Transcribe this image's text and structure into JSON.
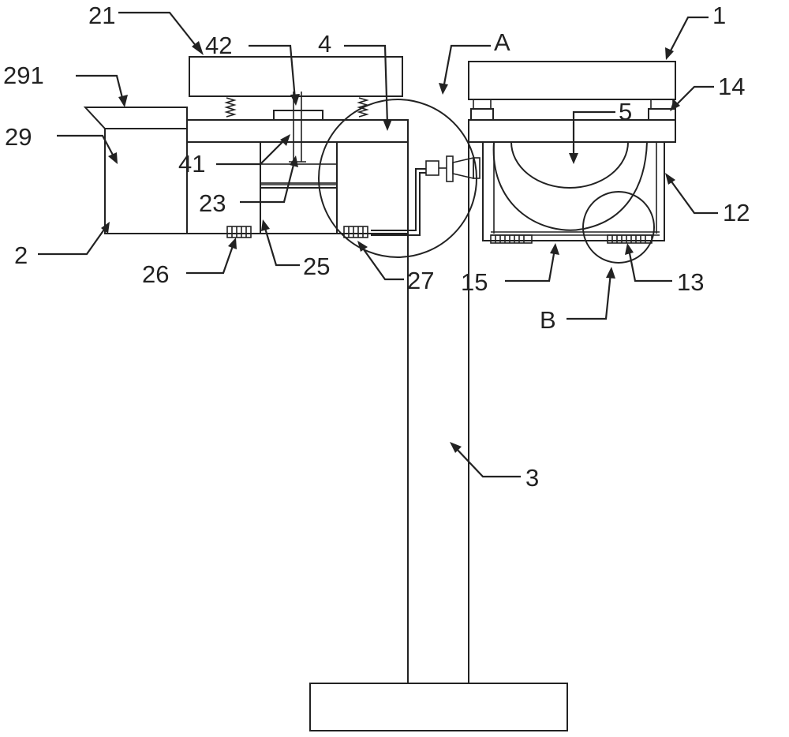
{
  "labels": {
    "l21": "21",
    "l42": "42",
    "l4": "4",
    "lA": "A",
    "l1": "1",
    "l14": "14",
    "l291": "291",
    "l29": "29",
    "l5": "5",
    "l41": "41",
    "l23": "23",
    "l12": "12",
    "l2": "2",
    "l26": "26",
    "l25": "25",
    "l27": "27",
    "l15": "15",
    "l13": "13",
    "lB": "B",
    "l3": "3"
  }
}
